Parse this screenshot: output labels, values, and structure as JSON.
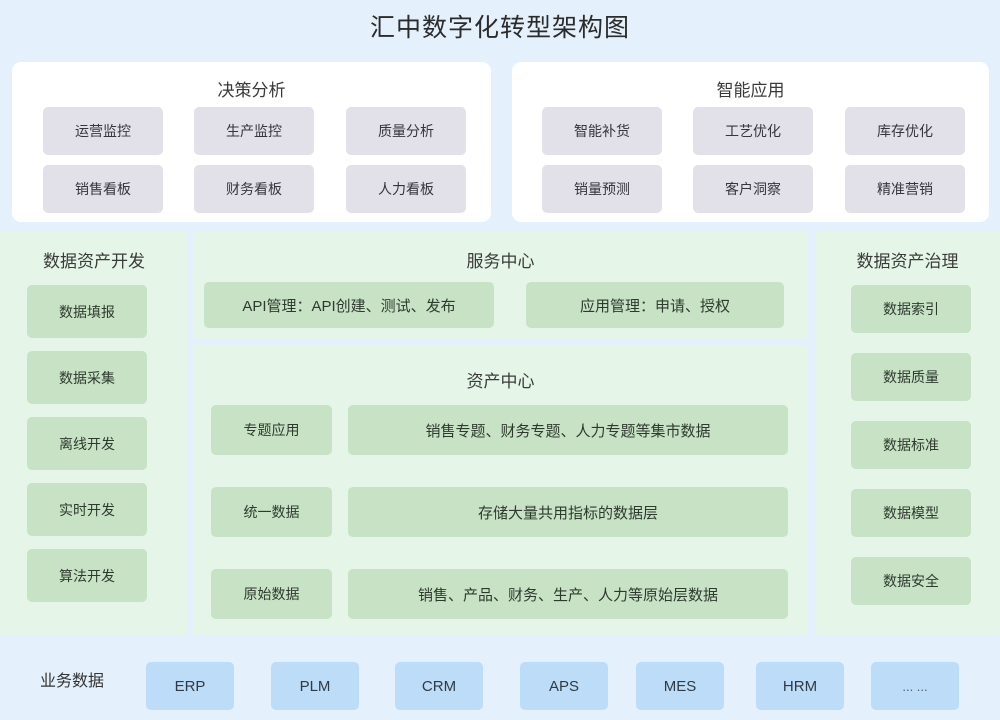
{
  "title": "汇中数字化转型架构图",
  "colors": {
    "background": "#e4f0fc",
    "panel_white": "#ffffff",
    "panel_green": "#e5f6e8",
    "card_lavender": "#e2e0e9",
    "card_green": "#c7e2c5",
    "card_blue": "#bcdcf7"
  },
  "top_panels": [
    {
      "heading": "决策分析",
      "cards": [
        "运营监控",
        "生产监控",
        "质量分析",
        "销售看板",
        "财务看板",
        "人力看板"
      ]
    },
    {
      "heading": "智能应用",
      "cards": [
        "智能补货",
        "工艺优化",
        "库存优化",
        "销量预测",
        "客户洞察",
        "精准营销"
      ]
    }
  ],
  "left_panel": {
    "heading": "数据资产开发",
    "cards": [
      "数据填报",
      "数据采集",
      "离线开发",
      "实时开发",
      "算法开发"
    ]
  },
  "center": {
    "service_center": {
      "heading": "服务中心",
      "cards": [
        "API管理：API创建、测试、发布",
        "应用管理：申请、授权"
      ]
    },
    "asset_center": {
      "heading": "资产中心",
      "rows": [
        {
          "label": "专题应用",
          "desc": "销售专题、财务专题、人力专题等集市数据"
        },
        {
          "label": "统一数据",
          "desc": "存储大量共用指标的数据层"
        },
        {
          "label": "原始数据",
          "desc": "销售、产品、财务、生产、人力等原始层数据"
        }
      ]
    }
  },
  "right_panel": {
    "heading": "数据资产治理",
    "cards": [
      "数据索引",
      "数据质量",
      "数据标准",
      "数据模型",
      "数据安全"
    ]
  },
  "bottom": {
    "label": "业务数据",
    "systems": [
      "ERP",
      "PLM",
      "CRM",
      "APS",
      "MES",
      "HRM",
      "... ..."
    ]
  }
}
